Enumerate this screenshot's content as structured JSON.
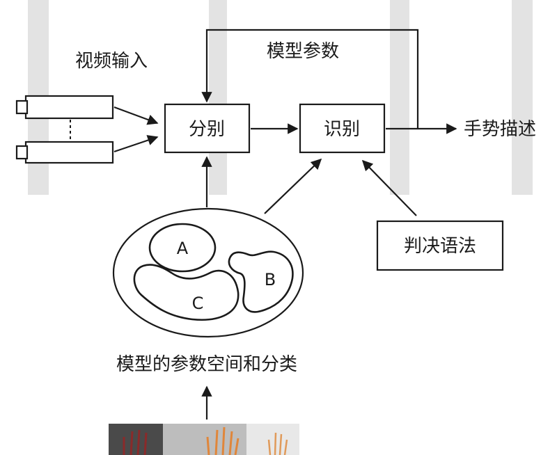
{
  "nodes": {
    "video_input": "视频输入",
    "model_params": "模型参数",
    "segmentation": "分别",
    "recognition": "识别",
    "gesture_description": "手势描述",
    "decision_grammar": "判决语法",
    "param_space": "模型的参数空间和分类"
  },
  "regions": {
    "a": "A",
    "b": "B",
    "c": "C"
  },
  "colors": {
    "stroke": "#1a1a1a",
    "watermark": "#e3e3e3"
  }
}
